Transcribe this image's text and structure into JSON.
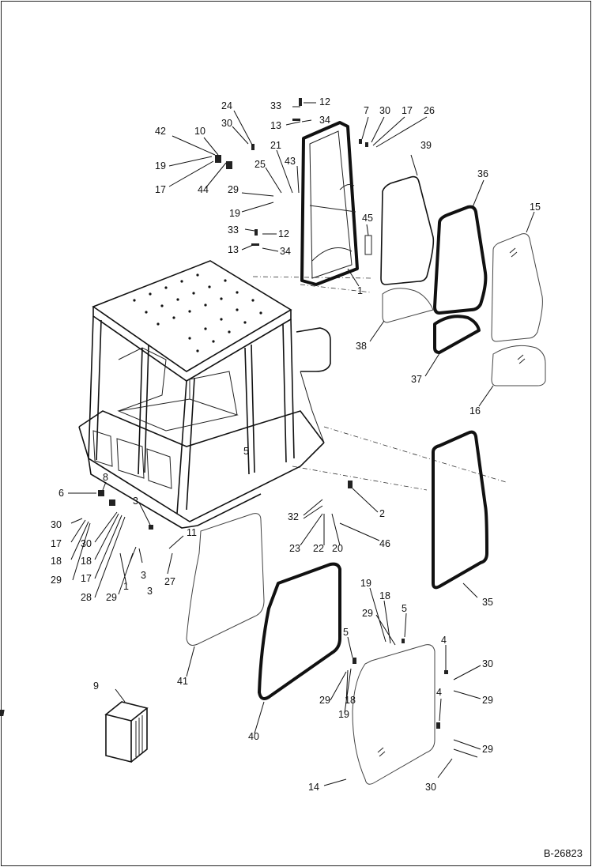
{
  "diagram": {
    "reference_number": "B-26823",
    "callouts": [
      {
        "id": "c-33a",
        "text": "33"
      },
      {
        "id": "c-12a",
        "text": "12"
      },
      {
        "id": "c-13a",
        "text": "13"
      },
      {
        "id": "c-34a",
        "text": "34"
      },
      {
        "id": "c-7",
        "text": "7"
      },
      {
        "id": "c-30a",
        "text": "30"
      },
      {
        "id": "c-17a",
        "text": "17"
      },
      {
        "id": "c-26",
        "text": "26"
      },
      {
        "id": "c-24",
        "text": "24"
      },
      {
        "id": "c-10",
        "text": "10"
      },
      {
        "id": "c-30b",
        "text": "30"
      },
      {
        "id": "c-42",
        "text": "42"
      },
      {
        "id": "c-21",
        "text": "21"
      },
      {
        "id": "c-25",
        "text": "25"
      },
      {
        "id": "c-43",
        "text": "43"
      },
      {
        "id": "c-19a",
        "text": "19"
      },
      {
        "id": "c-17b",
        "text": "17"
      },
      {
        "id": "c-44",
        "text": "44"
      },
      {
        "id": "c-29a",
        "text": "29"
      },
      {
        "id": "c-19b",
        "text": "19"
      },
      {
        "id": "c-39",
        "text": "39"
      },
      {
        "id": "c-36",
        "text": "36"
      },
      {
        "id": "c-15",
        "text": "15"
      },
      {
        "id": "c-45",
        "text": "45"
      },
      {
        "id": "c-33b",
        "text": "33"
      },
      {
        "id": "c-12b",
        "text": "12"
      },
      {
        "id": "c-13b",
        "text": "13"
      },
      {
        "id": "c-34b",
        "text": "34"
      },
      {
        "id": "c-1",
        "text": "1"
      },
      {
        "id": "c-38",
        "text": "38"
      },
      {
        "id": "c-37",
        "text": "37"
      },
      {
        "id": "c-16",
        "text": "16"
      },
      {
        "id": "c-8",
        "text": "8"
      },
      {
        "id": "c-6",
        "text": "6"
      },
      {
        "id": "c-5a",
        "text": "5"
      },
      {
        "id": "c-3a",
        "text": "3"
      },
      {
        "id": "c-2",
        "text": "2"
      },
      {
        "id": "c-32",
        "text": "32"
      },
      {
        "id": "c-30c",
        "text": "30"
      },
      {
        "id": "c-17c",
        "text": "17"
      },
      {
        "id": "c-30d",
        "text": "30"
      },
      {
        "id": "c-11",
        "text": "11"
      },
      {
        "id": "c-46",
        "text": "46"
      },
      {
        "id": "c-23",
        "text": "23"
      },
      {
        "id": "c-22",
        "text": "22"
      },
      {
        "id": "c-20",
        "text": "20"
      },
      {
        "id": "c-18a",
        "text": "18"
      },
      {
        "id": "c-18b",
        "text": "18"
      },
      {
        "id": "c-29b",
        "text": "29"
      },
      {
        "id": "c-17d",
        "text": "17"
      },
      {
        "id": "c-1b",
        "text": "1"
      },
      {
        "id": "c-27",
        "text": "27"
      },
      {
        "id": "c-3b",
        "text": "3"
      },
      {
        "id": "c-3c",
        "text": "3"
      },
      {
        "id": "c-28",
        "text": "28"
      },
      {
        "id": "c-29c",
        "text": "29"
      },
      {
        "id": "c-35",
        "text": "35"
      },
      {
        "id": "c-19c",
        "text": "19"
      },
      {
        "id": "c-18c",
        "text": "18"
      },
      {
        "id": "c-29d",
        "text": "29"
      },
      {
        "id": "c-5b",
        "text": "5"
      },
      {
        "id": "c-5c",
        "text": "5"
      },
      {
        "id": "c-4a",
        "text": "4"
      },
      {
        "id": "c-30e",
        "text": "30"
      },
      {
        "id": "c-29e",
        "text": "29"
      },
      {
        "id": "c-41",
        "text": "41"
      },
      {
        "id": "c-29f",
        "text": "29"
      },
      {
        "id": "c-18d",
        "text": "18"
      },
      {
        "id": "c-19d",
        "text": "19"
      },
      {
        "id": "c-4b",
        "text": "4"
      },
      {
        "id": "c-29g",
        "text": "29"
      },
      {
        "id": "c-9",
        "text": "9"
      },
      {
        "id": "c-40",
        "text": "40"
      },
      {
        "id": "c-14",
        "text": "14"
      },
      {
        "id": "c-30f",
        "text": "30"
      }
    ]
  }
}
